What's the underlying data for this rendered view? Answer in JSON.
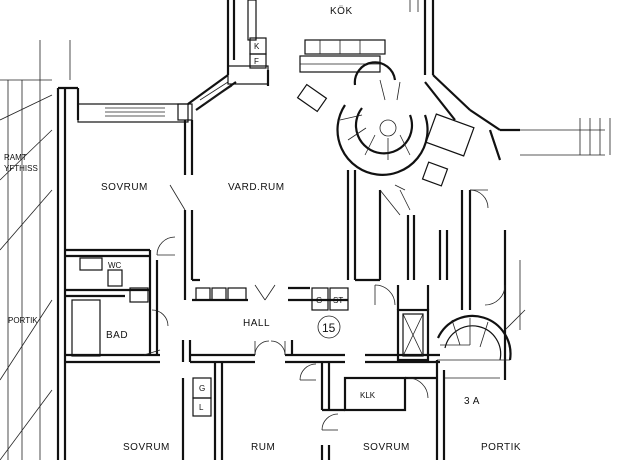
{
  "plan": {
    "rooms": {
      "kok": "KÖK",
      "sovrum_top": "SOVRUM",
      "vardrum": "VARD.RUM",
      "wc": "WC",
      "bad": "BAD",
      "hall": "HALL",
      "portik_left": "PORTIK",
      "sovrum_bl": "SOVRUM",
      "rum": "RUM",
      "sovrum_br": "SOVRUM",
      "klk": "KLK",
      "portik_right": "PORTIK"
    },
    "fixtures": {
      "k": "K",
      "f": "F",
      "g_st_g": "G",
      "g_st_st": "ST",
      "gl_g": "G",
      "gl_l": "L"
    },
    "unit_number": "15",
    "stair_label": "3 A",
    "edge_text_1": "RAMT",
    "edge_text_2": "YFTHISS"
  }
}
